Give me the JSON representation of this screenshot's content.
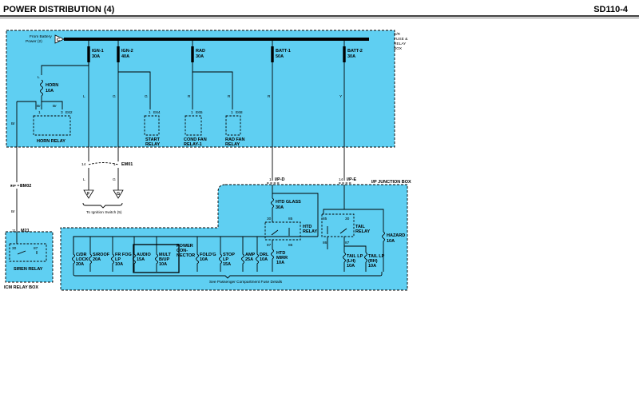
{
  "header": {
    "title": "POWER DISTRIBUTION (4)",
    "page_id": "SD110-4"
  },
  "colors": {
    "panel": "#5fcff2",
    "line": "#000000"
  },
  "top_box": {
    "from_battery": [
      "From Battery",
      "Power (2)"
    ],
    "connector_c": "C",
    "box_label": [
      "E/R",
      "FUSE &",
      "RELAY",
      "BOX"
    ],
    "fuses": [
      {
        "name": "IGN-1",
        "rating": "30A"
      },
      {
        "name": "IGN-2",
        "rating": "40A"
      },
      {
        "name": "RAD",
        "rating": "30A"
      },
      {
        "name": "BATT-1",
        "rating": "50A"
      },
      {
        "name": "BATT-2",
        "rating": "30A"
      }
    ],
    "horn_fuse": [
      "HORN",
      "10A"
    ],
    "horn_relay": "HORN RELAY",
    "relays": [
      {
        "label": [
          "START",
          "RELAY"
        ],
        "connector": "E64",
        "wire": "G",
        "pin": "1"
      },
      {
        "label": [
          "COND FAN",
          "RELAY-1"
        ],
        "connector": "E65",
        "wire": "R",
        "pin": "1"
      },
      {
        "label": [
          "RAD FAN",
          "RELAY"
        ],
        "connector": "E68",
        "wire": "R",
        "pin": "1"
      }
    ],
    "wire_codes": {
      "horn_in": "L",
      "horn_out1": "Br",
      "horn_out2": "Br",
      "ign1": "L",
      "ign2": "G",
      "batt1": "R",
      "batt2": "Y",
      "to_siren": "Br"
    },
    "horn_pins": {
      "p1": "1",
      "p3": "3",
      "connector": "E62"
    }
  },
  "ignition": {
    "connector": "EM01",
    "pins": [
      "14",
      "1"
    ],
    "wire1": "L",
    "wire2": "G",
    "terminal1": "F",
    "terminal2": "G",
    "caption": "To Ignition Switch (5)"
  },
  "em02": {
    "pin": "28",
    "connector": "EM02",
    "wire": "Br"
  },
  "icm": {
    "pin": "11",
    "connector": "M21",
    "relay": "SIREN RELAY",
    "box": "ICM RELAY BOX",
    "pins": [
      "30",
      "87"
    ]
  },
  "ip_box": {
    "label": "I/P JUNCTION BOX",
    "conn1": {
      "pin": "1",
      "name": "I/P-D"
    },
    "conn2": {
      "pin": "14",
      "name": "I/P-E"
    },
    "htd_glass": [
      "HTD GLASS",
      "30A"
    ],
    "htd_relay": [
      "HTD",
      "RELAY"
    ],
    "tail_relay": [
      "TAIL",
      "RELAY"
    ],
    "hazard": [
      "HAZARD",
      "10A"
    ],
    "htd_mirr": [
      "HTD",
      "MIRR",
      "10A"
    ],
    "tail_lh": [
      "TAIL LP",
      "(LH)",
      "10A"
    ],
    "tail_rh": [
      "TAIL LP",
      "(RH)",
      "10A"
    ],
    "relay_pins": {
      "a": "30",
      "b": "85",
      "c": "87",
      "d": "86"
    },
    "fuses": [
      {
        "name": [
          "C/DR",
          "LOCK",
          "20A"
        ]
      },
      {
        "name": [
          "S/ROOF",
          "20A"
        ]
      },
      {
        "name": [
          "FR FOG",
          "LP",
          "10A"
        ]
      },
      {
        "name": [
          "AUDIO",
          "15A"
        ]
      },
      {
        "name": [
          "MULT",
          "B/UP",
          "10A"
        ]
      },
      {
        "name": [
          "FOLD'G",
          "10A"
        ]
      },
      {
        "name": [
          "STOP",
          "LP",
          "15A"
        ]
      },
      {
        "name": [
          "AMP",
          "25A"
        ]
      },
      {
        "name": [
          "DRL",
          "10A"
        ]
      }
    ],
    "power_connector": [
      "POWER",
      "CON-",
      "NECTOR"
    ],
    "caption": "See Passenger Compartment Fuse Details"
  }
}
